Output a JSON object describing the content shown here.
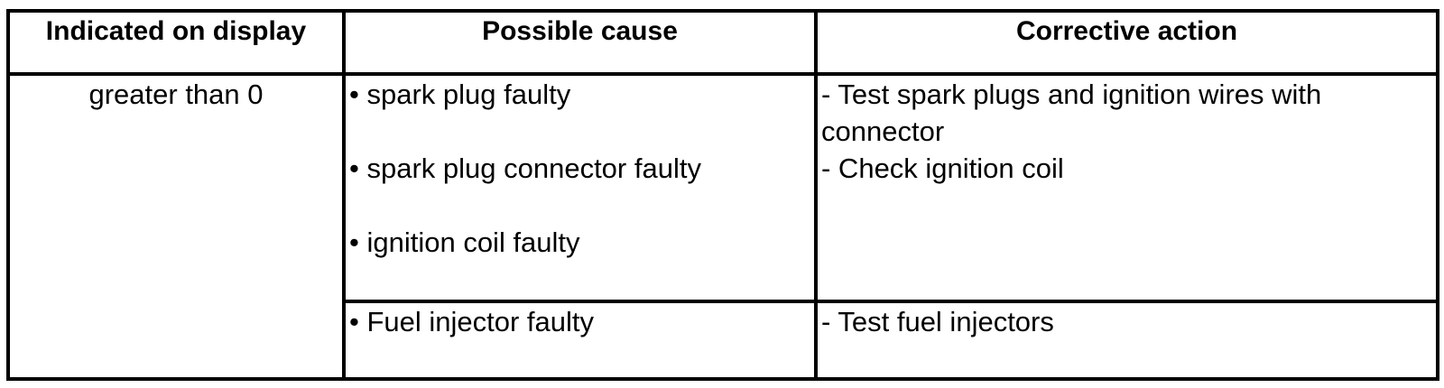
{
  "table": {
    "headers": [
      "Indicated on display",
      "Possible cause",
      "Corrective action"
    ],
    "indicated_value": "greater than 0",
    "groups": [
      {
        "causes": [
          "• spark plug faulty",
          "• spark plug connector faulty",
          "• ignition coil faulty"
        ],
        "actions": [
          "- Test spark plugs and ignition wires with connector",
          "- Check ignition coil"
        ]
      },
      {
        "causes": [
          "• Fuel injector faulty"
        ],
        "actions": [
          "- Test fuel injectors"
        ]
      }
    ],
    "colors": {
      "border": "#000000",
      "text": "#000000",
      "background": "#ffffff"
    }
  }
}
